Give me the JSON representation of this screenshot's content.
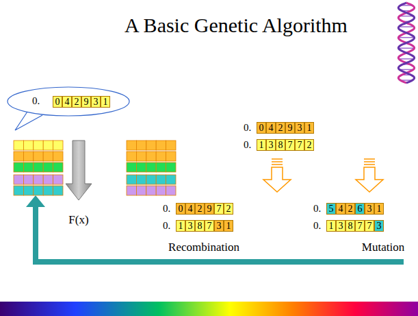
{
  "diagram": {
    "title": "A Basic Genetic Algorithm",
    "nodes": [
      {
        "text": [
          "0."
        ]
      },
      {
        "text": [
          "0"
        ],
        "in": 0
      },
      {
        "text": [
          "4"
        ],
        "in": 0
      },
      {
        "text": [
          "2"
        ],
        "in": 0
      },
      {
        "text": [
          "9"
        ],
        "in": 0
      },
      {
        "text": [
          "3"
        ],
        "in": 0
      },
      {
        "text": [
          "1"
        ],
        "in": 0
      },
      {
        "text": [
          "0"
        ]
      },
      {
        "text": [
          "4"
        ]
      },
      {
        "text": [
          "2"
        ]
      },
      {
        "text": [
          "9"
        ]
      },
      {
        "text": [
          "3"
        ]
      },
      {
        "text": [
          "1"
        ]
      },
      {
        "text": [
          "1"
        ]
      },
      {
        "text": [
          "3"
        ]
      },
      {
        "text": [
          "8"
        ]
      },
      {
        "text": [
          "7"
        ]
      },
      {
        "text": [
          "7"
        ]
      },
      {
        "text": [
          "2"
        ]
      },
      {
        "text": [
          "0"
        ]
      },
      {
        "text": [
          "4"
        ]
      },
      {
        "text": [
          "2"
        ]
      },
      {
        "text": [
          "9"
        ]
      },
      {
        "text": [
          "7"
        ]
      },
      {
        "text": [
          "2"
        ]
      },
      {
        "text": [
          "5"
        ]
      },
      {
        "text": [
          "4"
        ]
      },
      {
        "text": [
          "2"
        ]
      },
      {
        "text": [
          "6"
        ]
      },
      {
        "text": [
          "3"
        ]
      },
      {
        "text": [
          "1"
        ]
      },
      {
        "text": [
          "1"
        ]
      },
      {
        "text": [
          "3"
        ]
      },
      {
        "text": [
          "8"
        ]
      },
      {
        "text": [
          "7"
        ]
      },
      {
        "text": [
          "3"
        ]
      },
      {
        "text": [
          "1"
        ]
      },
      {
        "text": [
          "1"
        ]
      },
      {
        "text": [
          "3"
        ]
      },
      {
        "text": [
          "8"
        ]
      },
      {
        "text": [
          "7"
        ]
      },
      {
        "text": [
          "7"
        ]
      },
      {
        "text": [
          "3"
        ]
      }
    ],
    "labels": [
      "0.",
      "0.",
      "0.",
      "0.",
      "0.",
      "0.",
      "F(x)",
      "Recombination",
      "Mutation"
    ]
  }
}
